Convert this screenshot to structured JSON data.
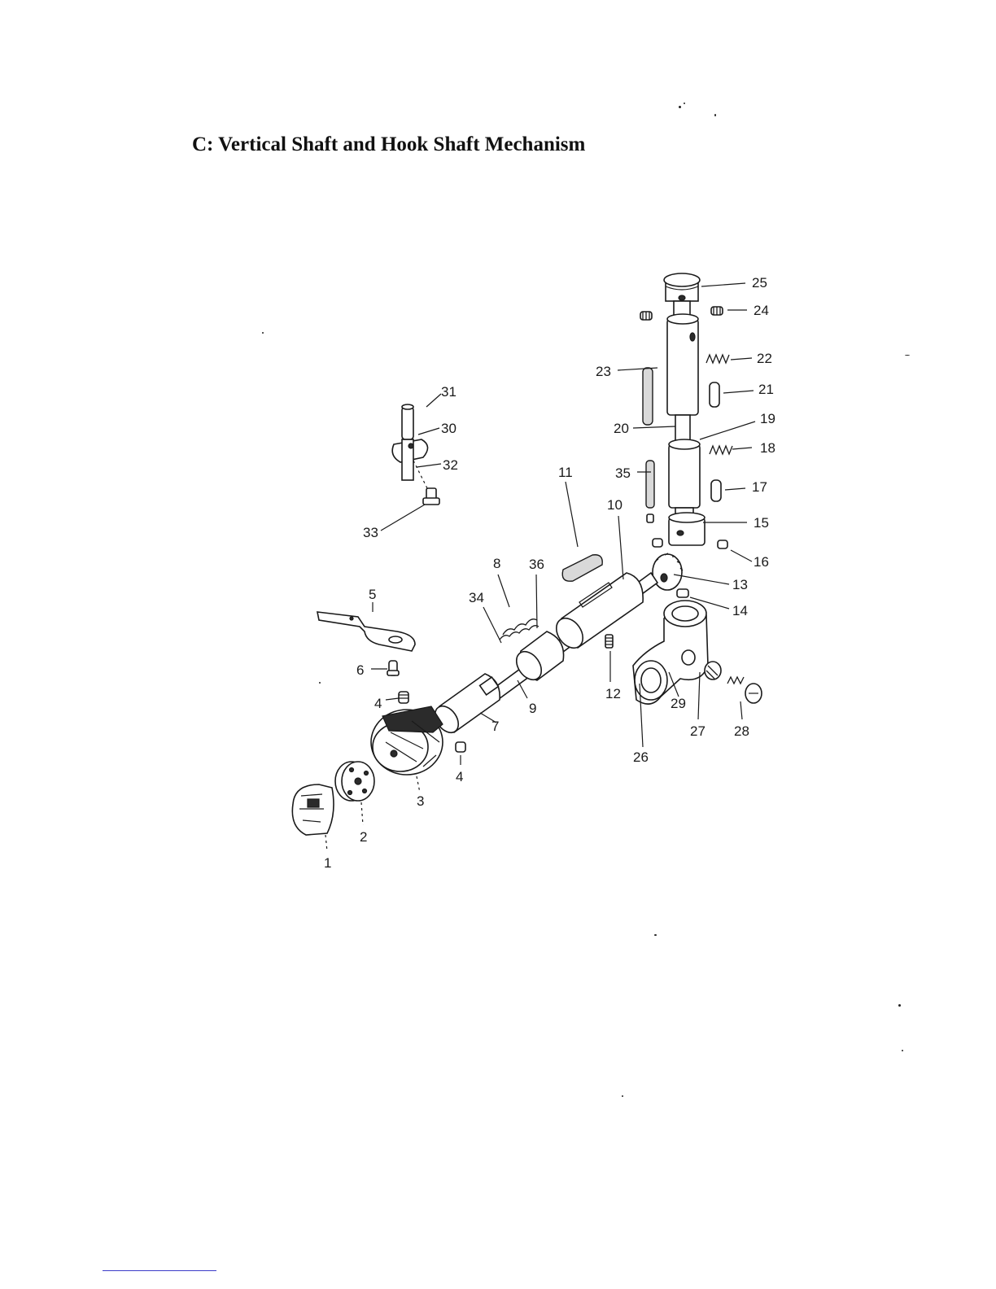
{
  "page": {
    "title": "C: Vertical Shaft and Hook Shaft Mechanism"
  },
  "diagram": {
    "callouts": [
      {
        "id": "1",
        "text": "1"
      },
      {
        "id": "2",
        "text": "2"
      },
      {
        "id": "3",
        "text": "3"
      },
      {
        "id": "4a",
        "text": "4"
      },
      {
        "id": "4b",
        "text": "4"
      },
      {
        "id": "5",
        "text": "5"
      },
      {
        "id": "6",
        "text": "6"
      },
      {
        "id": "7",
        "text": "7"
      },
      {
        "id": "8",
        "text": "8"
      },
      {
        "id": "9",
        "text": "9"
      },
      {
        "id": "10",
        "text": "10"
      },
      {
        "id": "11",
        "text": "11"
      },
      {
        "id": "12",
        "text": "12"
      },
      {
        "id": "13",
        "text": "13"
      },
      {
        "id": "14",
        "text": "14"
      },
      {
        "id": "15",
        "text": "15"
      },
      {
        "id": "16",
        "text": "16"
      },
      {
        "id": "17",
        "text": "17"
      },
      {
        "id": "18",
        "text": "18"
      },
      {
        "id": "19",
        "text": "19"
      },
      {
        "id": "20",
        "text": "20"
      },
      {
        "id": "21",
        "text": "21"
      },
      {
        "id": "22",
        "text": "22"
      },
      {
        "id": "23",
        "text": "23"
      },
      {
        "id": "24",
        "text": "24"
      },
      {
        "id": "25",
        "text": "25"
      },
      {
        "id": "26",
        "text": "26"
      },
      {
        "id": "27",
        "text": "27"
      },
      {
        "id": "28",
        "text": "28"
      },
      {
        "id": "29",
        "text": "29"
      },
      {
        "id": "30",
        "text": "30"
      },
      {
        "id": "31",
        "text": "31"
      },
      {
        "id": "32",
        "text": "32"
      },
      {
        "id": "33",
        "text": "33"
      },
      {
        "id": "34",
        "text": "34"
      },
      {
        "id": "35",
        "text": "35"
      },
      {
        "id": "36",
        "text": "36"
      }
    ]
  }
}
